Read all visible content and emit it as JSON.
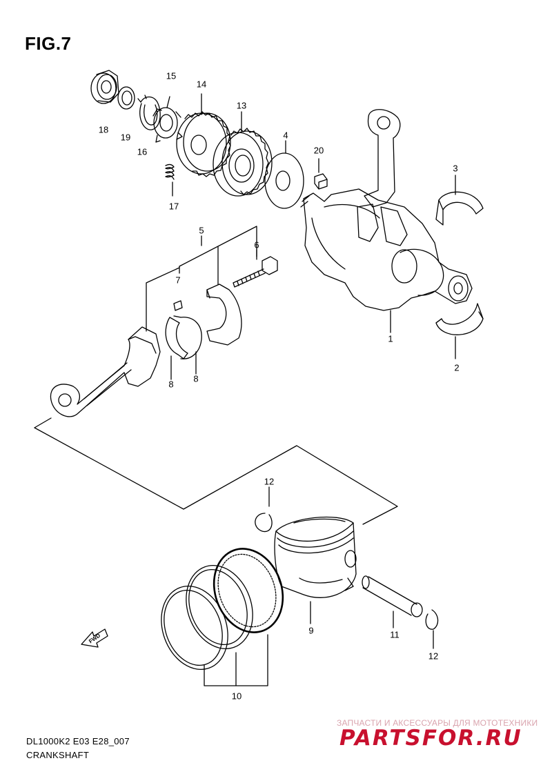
{
  "figure": {
    "title": "FIG.7",
    "code": "DL1000K2 E03 E28_007",
    "caption": "CRANKSHAFT"
  },
  "fwd_label": "FWD",
  "callouts": {
    "c1": "1",
    "c2": "2",
    "c3": "3",
    "c4": "4",
    "c5": "5",
    "c6": "6",
    "c7": "7",
    "c8a": "8",
    "c8b": "8",
    "c9": "9",
    "c10": "10",
    "c11": "11",
    "c12a": "12",
    "c12b": "12",
    "c13": "13",
    "c14": "14",
    "c15": "15",
    "c16": "16",
    "c17": "17",
    "c18": "18",
    "c19": "19",
    "c20": "20"
  },
  "watermark": {
    "tagline": "ЗАПЧАСТИ И АКСЕССУАРЫ ДЛЯ МОТОТЕХНИКИ",
    "logo": "PARTSFOR.RU",
    "color": "#c8102e"
  }
}
